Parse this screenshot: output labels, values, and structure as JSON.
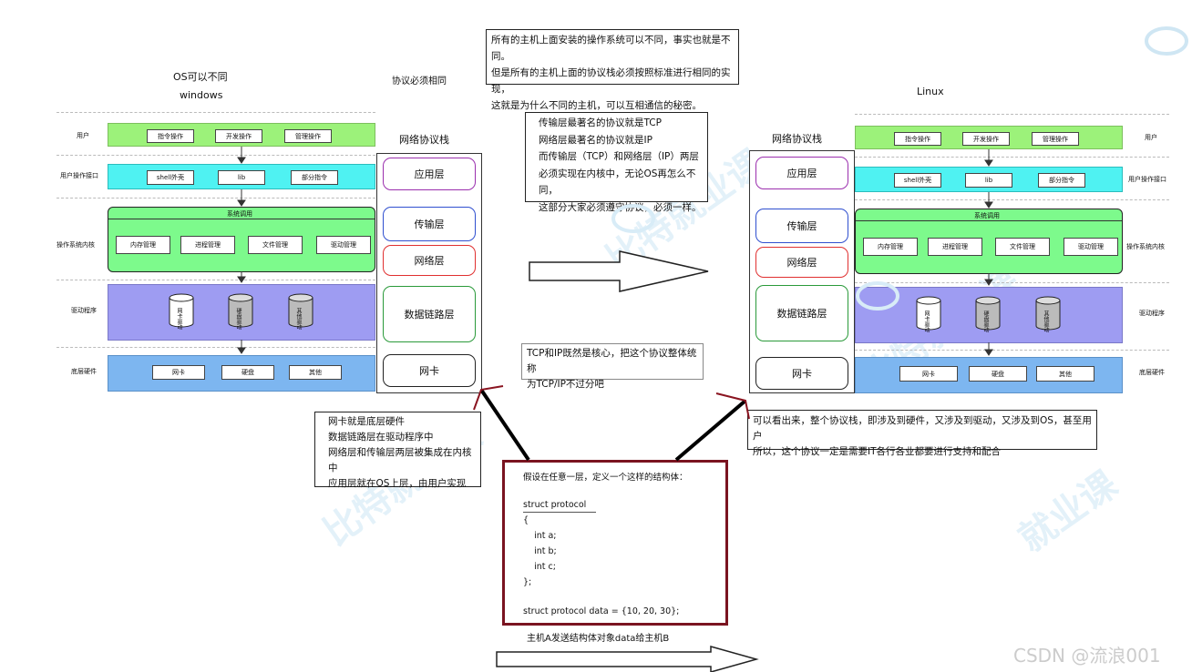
{
  "left": {
    "title1": "OS可以不同",
    "title2": "windows",
    "proto_same": "协议必须相同",
    "stack_title": "网络协议栈"
  },
  "right": {
    "title": "Linux",
    "stack_title": "网络协议栈"
  },
  "side_labels": {
    "user": "用户",
    "user_interface": "用户操作接口",
    "kernel": "操作系统内核",
    "driver": "驱动程序",
    "hardware": "底层硬件"
  },
  "user_row": [
    "指令操作",
    "开发操作",
    "管理操作"
  ],
  "interface_row": [
    "shell外壳",
    "lib",
    "部分指令"
  ],
  "kernel_title": "系统调用",
  "kernel_row": [
    "内存管理",
    "进程管理",
    "文件管理",
    "驱动管理"
  ],
  "driver_row": [
    "网卡驱动",
    "硬盘驱动",
    "其他驱动"
  ],
  "hardware_row": [
    "网卡",
    "硬盘",
    "其他"
  ],
  "stack_layers": [
    "应用层",
    "传输层",
    "网络层",
    "数据链路层",
    "网卡"
  ],
  "colors": {
    "application": "#9b2fae",
    "transport": "#2f4fcf",
    "network": "#e03030",
    "datalink": "#2a9a3a",
    "nic": "#222222",
    "code_border": "#7a1420"
  },
  "notes": {
    "top": [
      "所有的主机上面安装的操作系统可以不同，事实也就是不同。",
      "但是所有的主机上面的协议栈必须按照标准进行相同的实现，",
      "这就是为什么不同的主机，可以互相通信的秘密。"
    ],
    "transport": [
      "传输层最著名的协议就是TCP",
      "网络层最著名的协议就是IP",
      "而传输层（TCP）和网络层（IP）两层",
      "必须实现在内核中，无论OS再怎么不同，",
      "这部分大家必须遵守协议，必须一样。"
    ],
    "tcpip": [
      "TCP和IP既然是核心，把这个协议整体统称",
      "为TCP/IP不过分吧"
    ],
    "nic": [
      "网卡就是底层硬件",
      "数据链路层在驱动程序中",
      "网络层和传输层两层被集成在内核中",
      "应用层就在OS上层，由用户实现"
    ],
    "involve": [
      "可以看出来，整个协议栈，即涉及到硬件，又涉及到驱动，又涉及到OS，甚至用户",
      "所以，这个协议一定是需要IT各行各业都要进行支持和配合"
    ]
  },
  "code": {
    "lines": [
      "假设在任意一层，定义一个这样的结构体：",
      "",
      "struct protocol",
      "{",
      "    int a;",
      "    int b;",
      "    int c;",
      "};",
      "",
      "struct protocol data = {10, 20, 30};"
    ]
  },
  "send_caption": "主机A发送结构体对象data给主机B",
  "watermark": "CSDN @流浪001"
}
